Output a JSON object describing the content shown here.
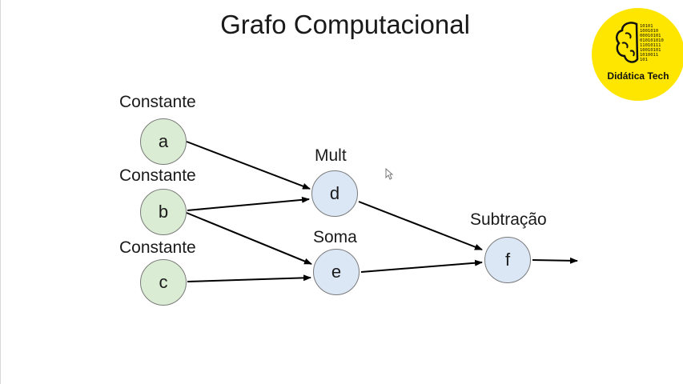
{
  "title": "Grafo Computacional",
  "logo": {
    "text": "Didática Tech",
    "icon": "brain-binary-icon",
    "color": "#ffe600"
  },
  "labels": {
    "a": "Constante",
    "b": "Constante",
    "c": "Constante",
    "d": "Mult",
    "e": "Soma",
    "f": "Subtração"
  },
  "nodes": {
    "a": "a",
    "b": "b",
    "c": "c",
    "d": "d",
    "e": "e",
    "f": "f"
  },
  "edges": [
    {
      "from": "a",
      "to": "d"
    },
    {
      "from": "b",
      "to": "d"
    },
    {
      "from": "b",
      "to": "e"
    },
    {
      "from": "c",
      "to": "e"
    },
    {
      "from": "d",
      "to": "f"
    },
    {
      "from": "e",
      "to": "f"
    },
    {
      "from": "f",
      "to": "output"
    }
  ],
  "colors": {
    "constant_fill": "#dbecd4",
    "operation_fill": "#dbe7f5",
    "edge": "#000000"
  }
}
